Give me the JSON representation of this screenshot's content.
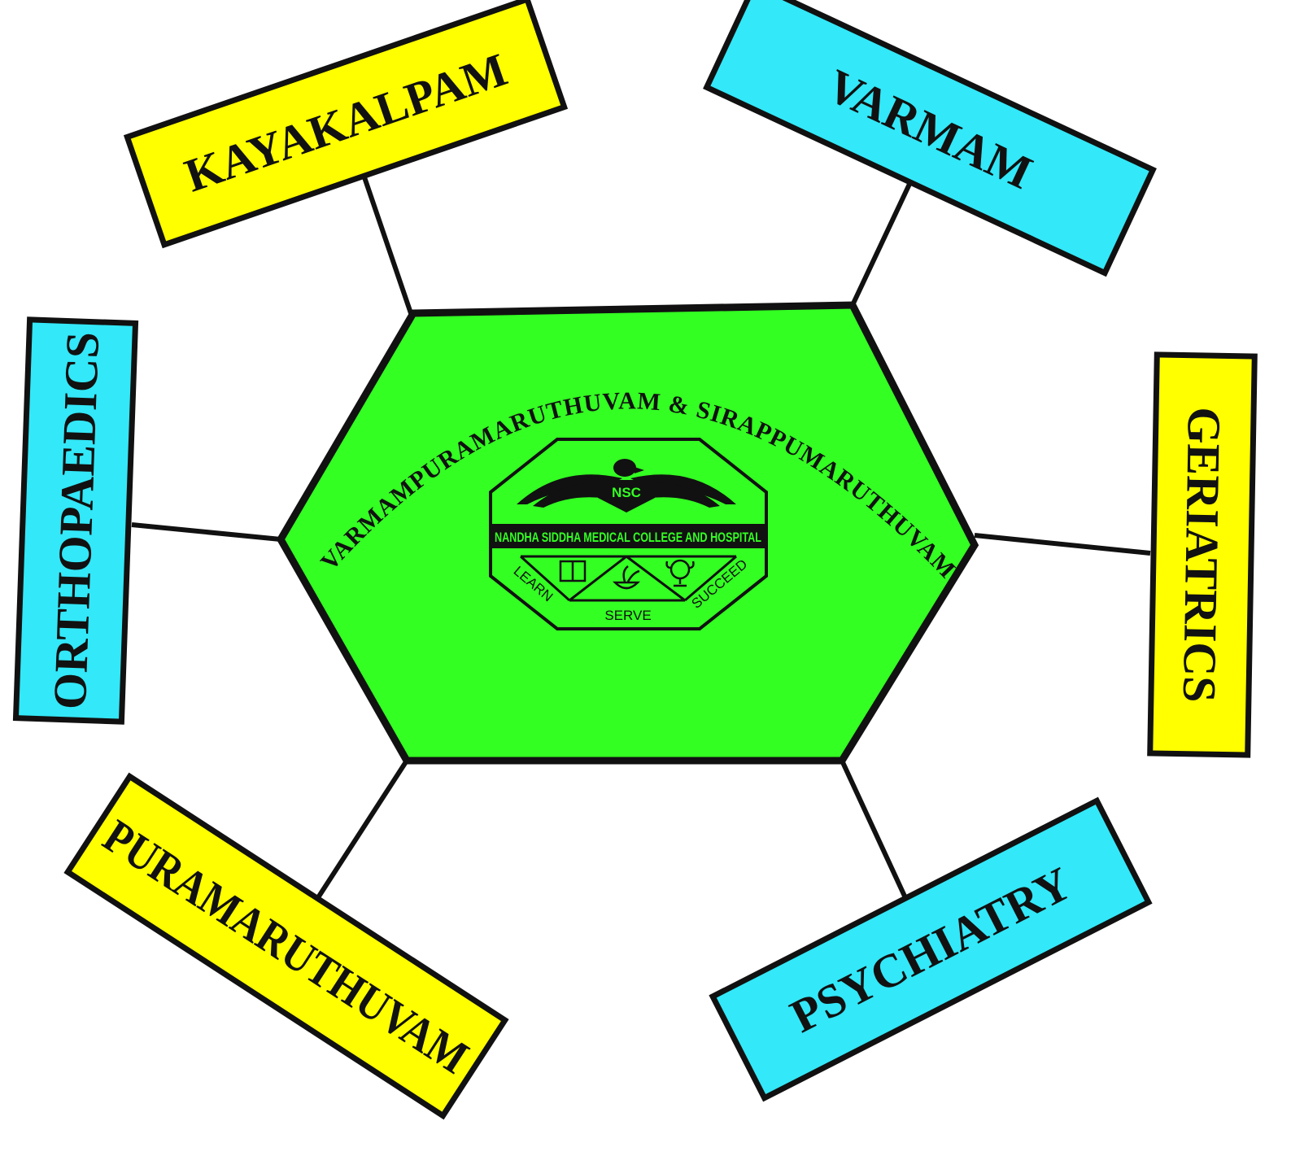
{
  "colors": {
    "hexagon": "#33FF22",
    "yellow_box": "#FFFF00",
    "cyan_box": "#33E8F8",
    "stroke": "#111111"
  },
  "center": {
    "arc_text": "VARMAMPURAMARUTHUVAM & SIRAPPUMARUTHUVAM",
    "logo": {
      "monogram": "NSC",
      "banner": "NANDHA SIDDHA MEDICAL COLLEGE AND HOSPITAL",
      "motto_left": "LEARN",
      "motto_center": "SERVE",
      "motto_right": "SUCCEED",
      "icons": [
        "eagle-icon",
        "book-icon",
        "herb-bowl-icon",
        "trophy-icon"
      ]
    }
  },
  "branches": {
    "kayakalpam": "KAYAKALPAM",
    "varmam": "VARMAM",
    "orthopaedics": "ORTHOPAEDICS",
    "geriatrics": "GERIATRICS",
    "puramaruthuvam": "PURAMARUTHUVAM",
    "psychiatry": "PSYCHIATRY"
  }
}
